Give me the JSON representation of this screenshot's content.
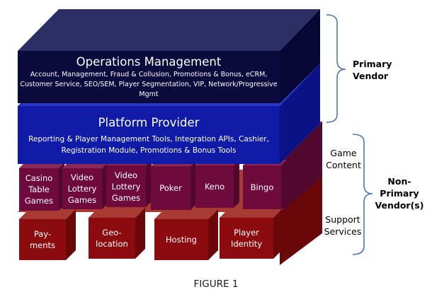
{
  "diagram": {
    "layers": {
      "operations": {
        "title": "Operations Management",
        "lines": [
          "Account, Management, Fraud & Collusion, Promotions & Bonus, eCRM,",
          "Customer Service, SEO/SEM, Player Segmentation, VIP, Network/Progressive",
          "Mgmt"
        ],
        "colors": {
          "front": "#0a0a3c",
          "top": "#2b2f66",
          "side": "#070733"
        }
      },
      "platform": {
        "title": "Platform Provider",
        "lines": [
          "Reporting & Player Management Tools, Integration APIs, Cashier,",
          "Registration Module, Promotions & Bonus Tools"
        ],
        "colors": {
          "front": "#0f1aa6",
          "top": "#2636c4",
          "side": "#0a1285"
        }
      },
      "game_content": {
        "tiles": [
          {
            "label": "Casino\nTable\nGames"
          },
          {
            "label": "Video\nLottery\nGames"
          },
          {
            "label": "Video\nLottery\nGames"
          },
          {
            "label": "Poker"
          },
          {
            "label": "Keno"
          },
          {
            "label": "Bingo"
          }
        ],
        "colors": {
          "front": "#6e0a3c",
          "top": "#8a2858",
          "side": "#52082c",
          "base": "#5a0a32"
        }
      },
      "support_services": {
        "tiles": [
          {
            "label": "Pay-\nments"
          },
          {
            "label": "Geo-\nlocation"
          },
          {
            "label": "Hosting"
          },
          {
            "label": "Player\nIdentity"
          }
        ],
        "colors": {
          "front": "#8b0b0e",
          "top": "#a83a33",
          "side": "#6a0709",
          "base": "#700a0c"
        }
      }
    },
    "annotations": {
      "primary_vendor": "Primary\nVendor",
      "game_content": "Game\nContent",
      "support_services": "Support\nServices",
      "non_primary_vendor": "Non-\nPrimary\nVendor(s)"
    },
    "bracket_color": "#4f79b5",
    "caption": "FIGURE 1"
  }
}
